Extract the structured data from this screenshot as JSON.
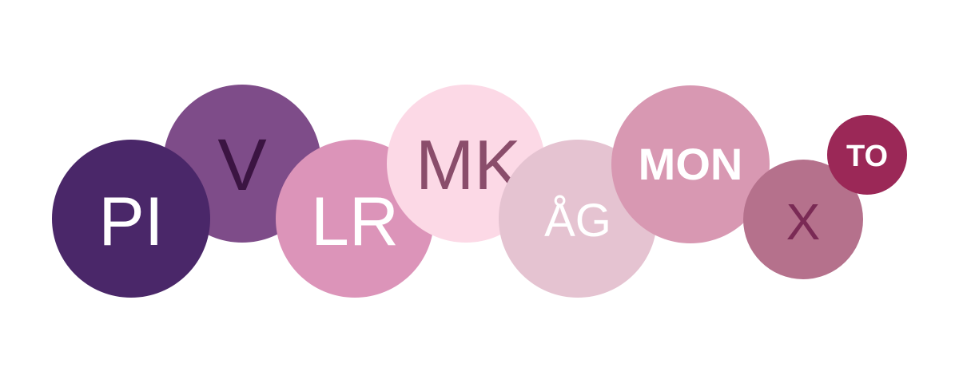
{
  "bubbles": [
    {
      "id": "pi",
      "label": "PI",
      "fill": "#4a2769",
      "text_color": "#ffffff"
    },
    {
      "id": "v",
      "label": "V",
      "fill": "#7e4c89",
      "text_color": "#3b1442"
    },
    {
      "id": "lr",
      "label": "LR",
      "fill": "#dc94b9",
      "text_color": "#ffffff"
    },
    {
      "id": "mk",
      "label": "MK",
      "fill": "#fcd9e6",
      "text_color": "#8a4d6b"
    },
    {
      "id": "ag",
      "label": "ÅG",
      "fill": "#e5c3d1",
      "text_color": "#ffffff"
    },
    {
      "id": "mon",
      "label": "MON",
      "fill": "#d898b2",
      "text_color": "#ffffff"
    },
    {
      "id": "x",
      "label": "X",
      "fill": "#b5718c",
      "text_color": "#7a2a55"
    },
    {
      "id": "to",
      "label": "TO",
      "fill": "#9b2857",
      "text_color": "#ffffff"
    }
  ]
}
